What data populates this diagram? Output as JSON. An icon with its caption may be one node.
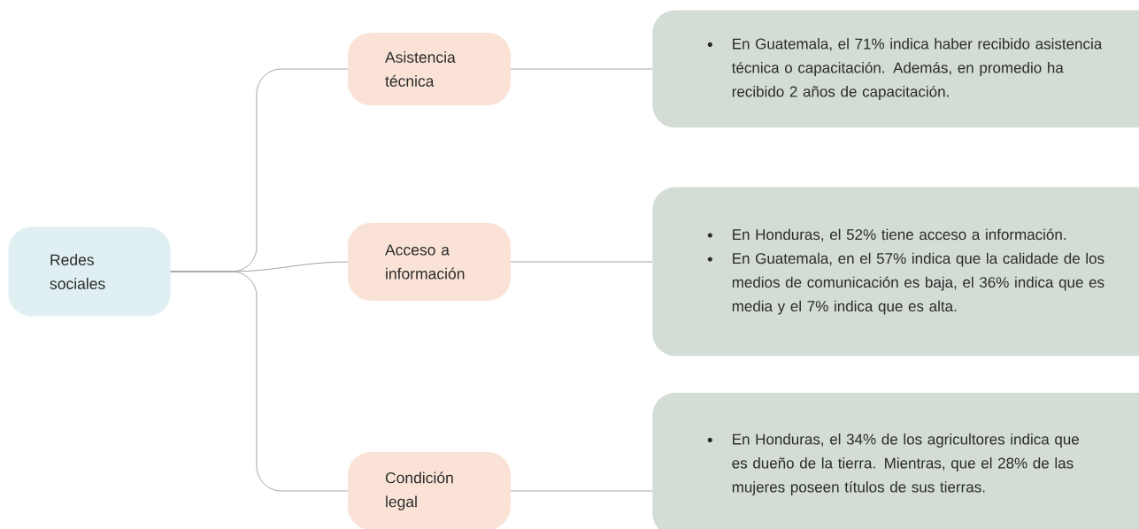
{
  "diagram": {
    "nodes": [
      {
        "text": [
          "Redes sociales"
        ]
      },
      {
        "text": [
          "Asistencia técnica"
        ]
      },
      {
        "text": [
          "En Guatemala, el 71% indica haber recibido asistencia técnica o capacitación. Además, en promedio ha recibido 2 años de capacitación."
        ]
      },
      {
        "text": [
          "Acceso a información"
        ]
      },
      {
        "text": [
          "En Honduras, el 52% tiene acceso a información.",
          "En Guatemala, en el 57% indica que la calidade de los medios de comunicación es baja, el 36% indica que es media y el 7% indica que es alta."
        ]
      },
      {
        "text": [
          "Condición legal"
        ]
      },
      {
        "text": [
          "En Honduras, el 34% de los agricultores indica que es dueño de la tierra. Mientras, que el 28% de las mujeres poseen títulos de sus tierras."
        ]
      }
    ],
    "edges": [
      {
        "from": 0,
        "to": 1,
        "arrow": "none"
      },
      {
        "from": 0,
        "to": 3,
        "arrow": "none"
      },
      {
        "from": 0,
        "to": 5,
        "arrow": "none"
      },
      {
        "from": 1,
        "to": 2,
        "arrow": "none"
      },
      {
        "from": 3,
        "to": 4,
        "arrow": "none"
      },
      {
        "from": 5,
        "to": 6,
        "arrow": "none"
      }
    ]
  }
}
